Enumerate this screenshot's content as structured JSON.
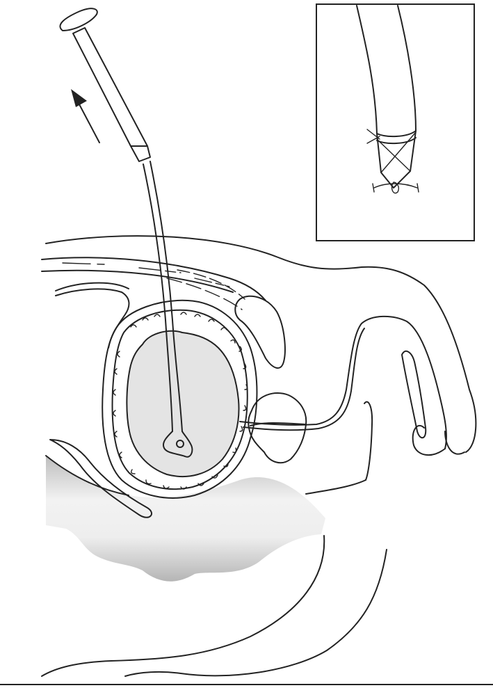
{
  "figure": {
    "kind": "medical-line-illustration",
    "description_visible_text": "",
    "colors": {
      "ink": "#222222",
      "background": "#ffffff",
      "bladder_lumen": "#e4e4e4",
      "bowel_light": "#eeeeee",
      "bowel_dark": "#bdbdbd"
    },
    "parts": {
      "catheter": "suprapubic-catheter",
      "syringe": "syringe-barrel",
      "arrow": "withdrawal-arrow",
      "inset": "catheter-tip-inset",
      "bladder": "bladder",
      "prostate": "prostate",
      "pubic_bone": "pubic-symphysis",
      "penis": "penis",
      "rectum": "rectum",
      "abdominal_wall": "abdominal-wall"
    }
  }
}
